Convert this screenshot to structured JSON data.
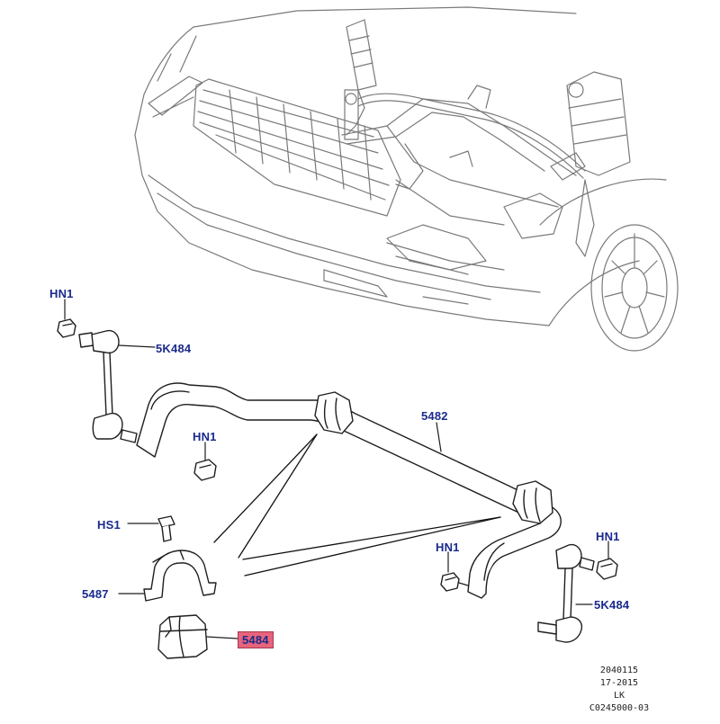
{
  "colors": {
    "line": "#6e6e6e",
    "part_line": "#1f1f1f",
    "label_text": "#1a2a8c",
    "highlight": "#e8637c"
  },
  "callouts": {
    "hn1_top": "HN1",
    "link_left": "5K484",
    "hn1_center": "HN1",
    "stabilizer_bar": "5482",
    "hs1": "HS1",
    "hn1_right_inner": "HN1",
    "hn1_right_outer": "HN1",
    "bracket": "5487",
    "link_right": "5K484",
    "bushing": "5484"
  },
  "footer": {
    "line1": "2040115",
    "line2": "17-2015",
    "line3": "LK",
    "line4": "C0245000-03"
  }
}
